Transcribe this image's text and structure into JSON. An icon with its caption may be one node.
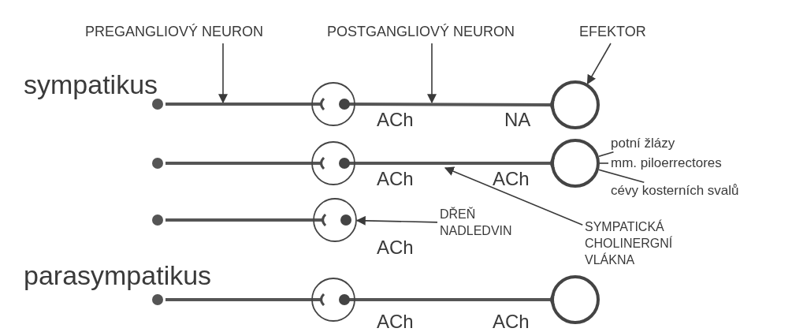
{
  "diagram": {
    "nodes": [
      {
        "text": [
          "PREGANGLIOVÝ NEURON"
        ]
      },
      {
        "text": [
          "POSTGANGLIOVÝ NEURON"
        ]
      },
      {
        "text": [
          "EFEKTOR"
        ]
      },
      {
        "text": [],
        "shape": "circle"
      },
      {
        "text": [],
        "shape": "circle"
      },
      {
        "text": [],
        "shape": "circle"
      },
      {
        "text": [],
        "shape": "circle"
      },
      {
        "text": [],
        "shape": "circle"
      },
      {
        "text": [],
        "shape": "circle"
      },
      {
        "text": [],
        "shape": "circle"
      },
      {
        "text": [],
        "shape": "circle"
      },
      {
        "text": [],
        "shape": "circle"
      },
      {
        "text": [],
        "shape": "circle"
      },
      {
        "text": [],
        "shape": "circle"
      },
      {
        "text": [
          "potní žlázy"
        ]
      },
      {
        "text": [
          "mm. piloerrectores"
        ]
      },
      {
        "text": [
          "cévy kosterních svalů"
        ]
      },
      {
        "text": [
          "DŘEŇ NADLEDVIN"
        ]
      },
      {
        "text": [
          "SYMPATICKÁ CHOLINERGNÍ VLÁKNA"
        ]
      }
    ],
    "edges": [
      {
        "from": 0,
        "to": null,
        "arrow": "to"
      },
      {
        "from": 1,
        "to": null,
        "arrow": "to"
      },
      {
        "from": 2,
        "to": 5,
        "arrow": "to"
      },
      {
        "from": 3,
        "to": 4,
        "arrow": "other",
        "style": "thick"
      },
      {
        "from": 4,
        "to": 5,
        "arrow": "other",
        "style": "thick"
      },
      {
        "from": 6,
        "to": 7,
        "arrow": "other",
        "style": "thick"
      },
      {
        "from": 7,
        "to": 8,
        "arrow": "other",
        "style": "thick"
      },
      {
        "from": 9,
        "to": 10,
        "arrow": "other",
        "style": "thick"
      },
      {
        "from": 11,
        "to": 12,
        "arrow": "other",
        "style": "thick"
      },
      {
        "from": 12,
        "to": 13,
        "arrow": "other",
        "style": "thick"
      },
      {
        "from": 14,
        "to": 8,
        "arrow": "none"
      },
      {
        "from": 15,
        "to": 8,
        "arrow": "none"
      },
      {
        "from": 16,
        "to": 8,
        "arrow": "none"
      },
      {
        "from": 17,
        "to": 10,
        "arrow": "to"
      },
      {
        "from": 18,
        "to": null,
        "arrow": "to"
      }
    ],
    "labels": [
      "sympatikus",
      "ACh",
      "NA",
      "ACh",
      "ACh",
      "ACh",
      "parasympatikus",
      "ACh",
      "ACh"
    ]
  }
}
